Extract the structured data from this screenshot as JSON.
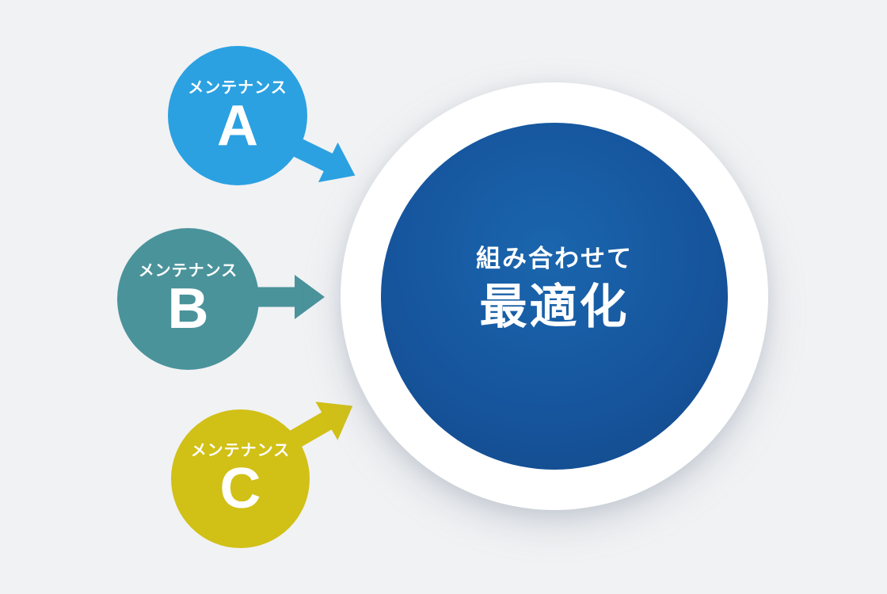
{
  "canvas": {
    "background": "#F1F2F4"
  },
  "sources": [
    {
      "name": "メンテナンス",
      "letter": "A",
      "color": "#2BA1E1"
    },
    {
      "name": "メンテナンス",
      "letter": "B",
      "color": "#4A939B"
    },
    {
      "name": "メンテナンス",
      "letter": "C",
      "color": "#D1C016"
    }
  ],
  "target": {
    "line1": "組み合わせて",
    "line2": "最適化",
    "ring_color": "#FFFFFF",
    "gradient_center": "#1A66AE",
    "gradient_edge": "#134889",
    "text_color": "#FFFFFF"
  }
}
